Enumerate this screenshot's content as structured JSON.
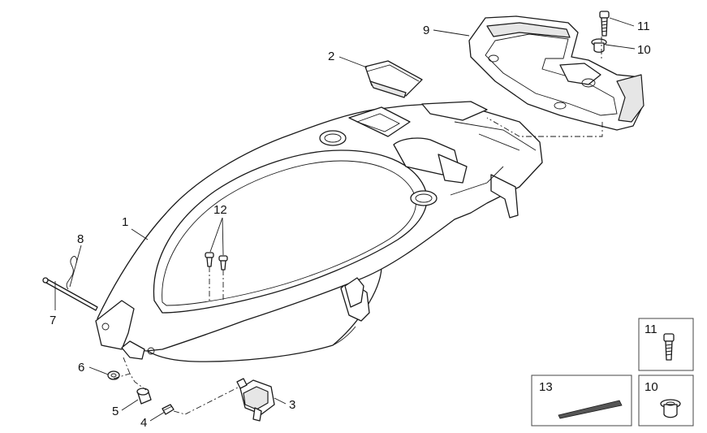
{
  "callouts": {
    "c1": "1",
    "c2": "2",
    "c3": "3",
    "c4": "4",
    "c5": "5",
    "c6": "6",
    "c7": "7",
    "c8": "8",
    "c9": "9",
    "c10": "10",
    "c11": "11",
    "c12": "12"
  },
  "legend": {
    "box11": "11",
    "box10": "10",
    "box13": "13"
  },
  "colors": {
    "line": "#1a1a1a",
    "gasket": "#555555"
  }
}
